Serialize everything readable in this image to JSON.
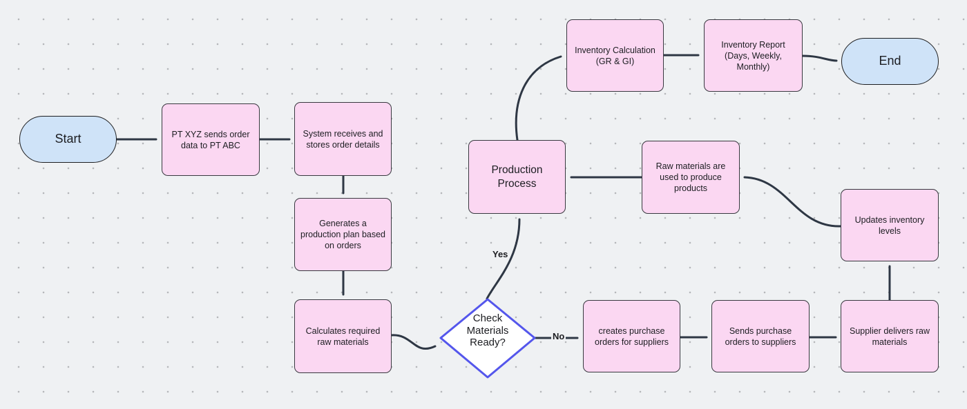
{
  "nodes": {
    "start": {
      "label": "Start",
      "type": "terminator"
    },
    "send_order": {
      "label": "PT XYZ sends order data to PT ABC",
      "type": "process"
    },
    "receive_order": {
      "label": "System receives and stores order details",
      "type": "process"
    },
    "generate_plan": {
      "label": "Generates a production plan based on orders",
      "type": "process"
    },
    "calc_materials": {
      "label": "Calculates required raw materials",
      "type": "process"
    },
    "check_ready": {
      "label": "Check Materials Ready?",
      "type": "decision"
    },
    "production": {
      "label": "Production Process",
      "type": "process"
    },
    "inventory_calc": {
      "label": "Inventory Calculation (GR & GI)",
      "type": "process"
    },
    "inventory_report": {
      "label": "Inventory Report (Days, Weekly, Monthly)",
      "type": "process"
    },
    "end": {
      "label": "End",
      "type": "terminator"
    },
    "raw_used": {
      "label": "Raw materials are used to produce products",
      "type": "process"
    },
    "updates_inventory": {
      "label": "Updates inventory levels",
      "type": "process"
    },
    "create_po": {
      "label": "creates purchase orders for suppliers",
      "type": "process"
    },
    "send_po": {
      "label": "Sends purchase orders to suppliers",
      "type": "process"
    },
    "supplier_delivers": {
      "label": "Supplier delivers raw materials",
      "type": "process"
    }
  },
  "edge_labels": {
    "yes": "Yes",
    "no": "No"
  },
  "colors": {
    "background": "#eff1f3",
    "dot": "#b5b7ba",
    "process_fill": "#fbd7f2",
    "process_border": "#38383f",
    "terminator_fill": "#cfe3f8",
    "terminator_border": "#1c1d1f",
    "decision_fill": "#ffffff",
    "decision_border": "#5456ec",
    "arrow": "#2e3744",
    "text": "#1c1d21"
  }
}
